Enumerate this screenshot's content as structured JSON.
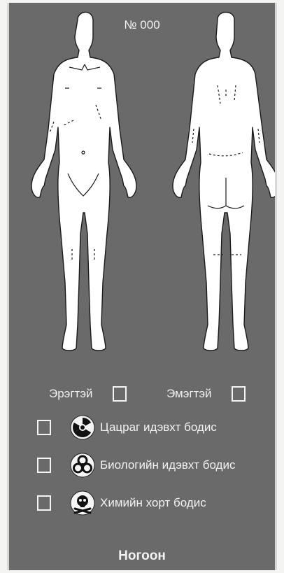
{
  "form_number": "№ 000",
  "gender": {
    "male_label": "Эрэгтэй",
    "female_label": "Эмэгтэй"
  },
  "hazards": [
    {
      "label": "Цацраг идэвхт бодис",
      "icon": "radiation-icon"
    },
    {
      "label": "Биологийн идэвхт бодис",
      "icon": "biohazard-icon"
    },
    {
      "label": "Химийн хорт бодис",
      "icon": "skull-crossbones-icon"
    }
  ],
  "footer_label": "Ногоон",
  "colors": {
    "card_background": "#6a6a6a",
    "figure_fill": "#ffffff",
    "text": "#f2f2f2"
  }
}
